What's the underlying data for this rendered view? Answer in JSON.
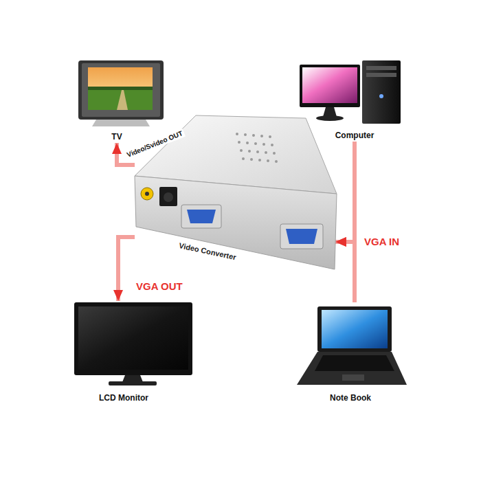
{
  "diagram": {
    "nodes": [
      {
        "text": [
          "TV"
        ]
      },
      {
        "text": [
          "Computer"
        ]
      },
      {
        "text": [
          "Video Converter"
        ]
      },
      {
        "text": [
          "LCD Monitor"
        ]
      },
      {
        "text": [
          "Note Book"
        ]
      }
    ],
    "edges": [
      {
        "from": 2,
        "to": 0,
        "label": "Video/Svideo OUT",
        "arrow": "to"
      },
      {
        "from": 2,
        "to": 3,
        "label": "VGA OUT",
        "arrow": "to"
      },
      {
        "from": 1,
        "to": 2,
        "label": "VGA IN",
        "arrow": "to"
      },
      {
        "from": 4,
        "to": 2,
        "arrow": "to"
      }
    ]
  }
}
